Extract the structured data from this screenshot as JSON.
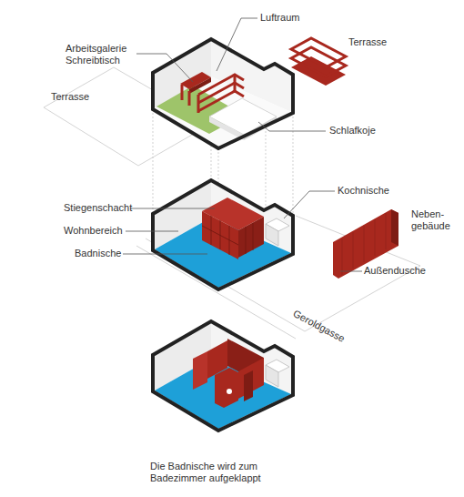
{
  "diagram": {
    "caption": "Die Badnische wird zum Badezimmer aufgeklappt",
    "labels": [
      "Luftraum",
      "Arbeitsgalerie Schreibtisch",
      "Terrasse",
      "Terrasse",
      "Schlafkoje",
      "Stiegenschacht",
      "Kochnische",
      "Wohnbereich",
      "Neben- gebäude",
      "Badnische",
      "Außendusche",
      "Geroldgasse"
    ]
  }
}
